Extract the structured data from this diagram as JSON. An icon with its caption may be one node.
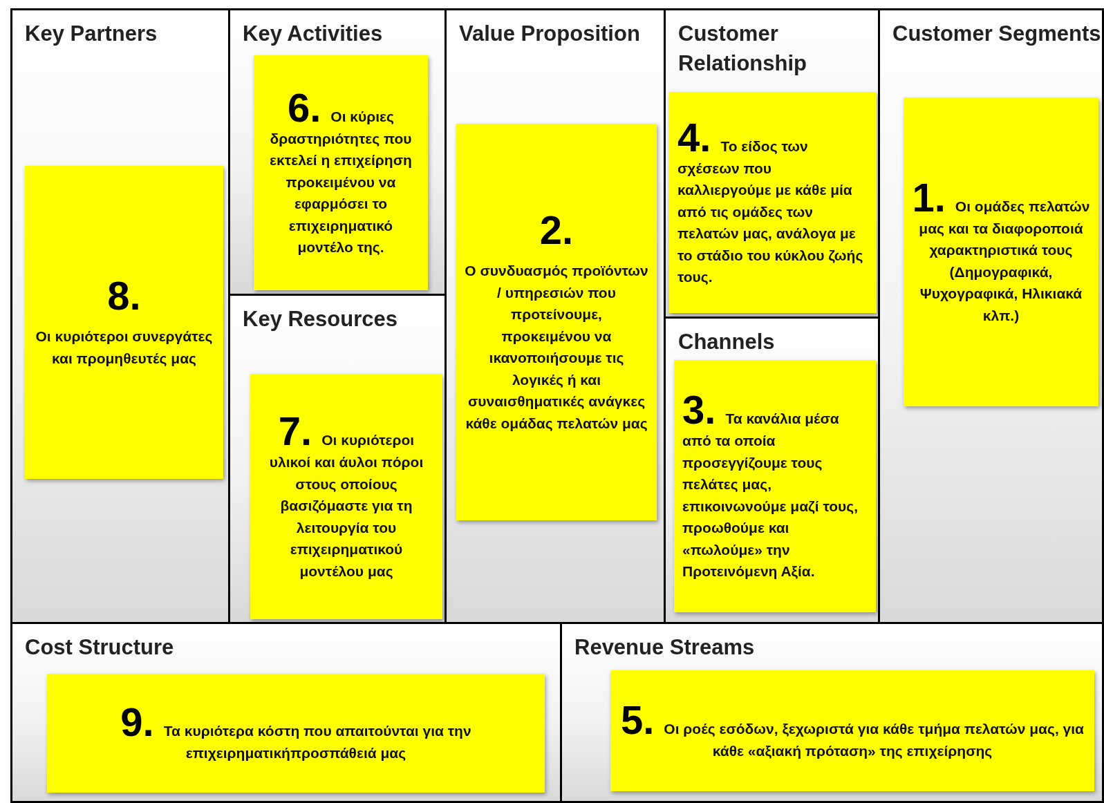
{
  "diagram": {
    "nodes": [
      {
        "text": [
          "Key Partners"
        ]
      },
      {
        "text": [
          "8.",
          "Οι κυριότεροι συνεργάτες και προμηθευτές μας"
        ],
        "in": 0
      },
      {
        "text": [
          "Key Activities"
        ]
      },
      {
        "text": [
          "6.",
          "Οι κύριες δραστηριότητες που εκτελεί η επιχείρηση προκειμένου να εφαρμόσει το επιχειρηματικό μοντέλο της."
        ],
        "in": 2
      },
      {
        "text": [
          "Value Proposition"
        ]
      },
      {
        "text": [
          "2.",
          "Ο συνδυασμός προϊόντων / υπηρεσιών που προτείνουμε, προκειμένου να ικανοποιήσουμε τις λογικές ή και συναισθηματικές ανάγκες κάθε ομάδας πελατών μας"
        ],
        "in": 4
      },
      {
        "text": [
          "Customer Relationship"
        ]
      },
      {
        "text": [
          "4.",
          "Το είδος των σχέσεων που καλλιεργούμε με κάθε μία από τις ομάδες των πελατών μας, ανάλογα με το στάδιο του κύκλου ζωής τους."
        ],
        "in": 6
      },
      {
        "text": [
          "Customer Segments"
        ]
      },
      {
        "text": [
          "1.",
          "Οι ομάδες πελατών μας και τα διαφοροποιά χαρακτηριστικά τους (Δημογραφικά, Ψυχογραφικά, Ηλικιακά κλπ.)"
        ],
        "in": 8
      },
      {
        "text": [
          "Key Resources"
        ]
      },
      {
        "text": [
          "7.",
          "Οι κυριότεροι υλικοί και άυλοι πόροι στους οποίους βασιζόμαστε για τη λειτουργία του επιχειρηματικού μοντέλου μας"
        ],
        "in": 10
      },
      {
        "text": [
          "Channels"
        ]
      },
      {
        "text": [
          "3.",
          "Τα κανάλια μέσα από τα οποία προσεγγίζουμε τους πελάτες μας, επικοινωνούμε μαζί τους, προωθούμε και «πωλούμε» την Προτεινόμενη Αξία."
        ],
        "in": 12
      },
      {
        "text": [
          "Cost Structure"
        ]
      },
      {
        "text": [
          "9.",
          "Τα κυριότερα κόστη που απαιτούνται για την επιχειρηματικήπροσπάθειά μας"
        ],
        "in": 14
      },
      {
        "text": [
          "Revenue Streams"
        ]
      },
      {
        "text": [
          "5.",
          "Οι ροές εσόδων, ξεχωριστά για κάθε τμήμα πελατών μας, για κάθε «αξιακή πρόταση» της επιχείρησης"
        ],
        "in": 16
      }
    ]
  }
}
